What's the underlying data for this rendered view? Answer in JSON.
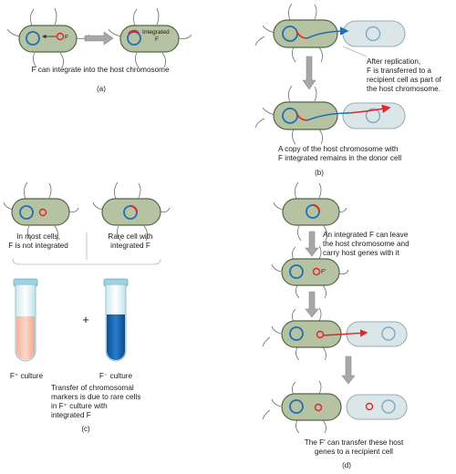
{
  "panel_a": {
    "plasmid_label": "F",
    "integrated_label_line1": "Integrated",
    "integrated_label_line2": "F",
    "caption": "F can integrate into the host chromosome",
    "panel_letter": "(a)"
  },
  "panel_b": {
    "callout_lines": [
      "After replication,",
      "F is transferred to a",
      "recipient cell as part of",
      "the host chromosome."
    ],
    "caption_lines": [
      "A copy of the host chromosome with",
      "F integrated remains in the donor cell"
    ],
    "panel_letter": "(b)"
  },
  "panel_c": {
    "left_cell_lines": [
      "In most cells,",
      "F is not integrated"
    ],
    "right_cell_lines": [
      "Rare cell with",
      "integrated F"
    ],
    "plus_sign": "+",
    "tube_left_label": "F⁺ culture",
    "tube_right_label": "F⁻ culture",
    "caption_lines": [
      "Transfer of chromosomal",
      "markers is due to rare cells",
      "in F⁺ culture with",
      "integrated F"
    ],
    "panel_letter": "(c)"
  },
  "panel_d": {
    "callout_lines": [
      "An integrated F can leave",
      "the host chromosome and",
      "carry host genes with it"
    ],
    "fprime_label": "F′",
    "caption_lines": [
      "The F′ can transfer these host",
      "genes to a recipient cell"
    ],
    "panel_letter": "(d)"
  },
  "colors": {
    "cell_fill": "#b5c3a2",
    "recipient_fill": "#dbe6e8",
    "chromosome": "#1f6fb5",
    "f_factor": "#e0262e",
    "tube_pink": "#f7c1ac",
    "tube_blue": "#1565b5"
  }
}
